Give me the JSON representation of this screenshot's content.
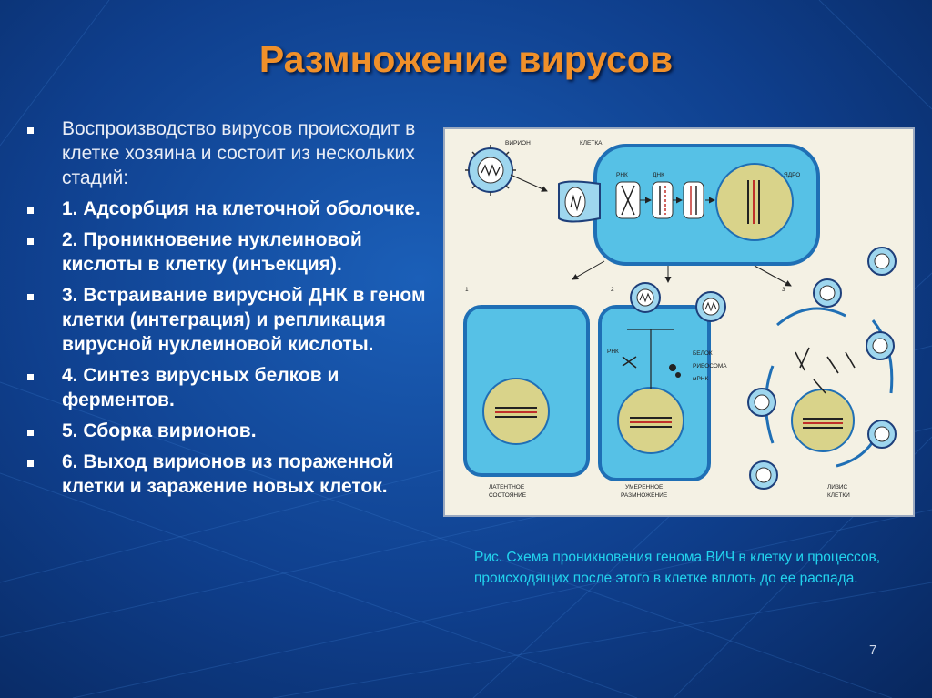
{
  "slide": {
    "title": "Размножение вирусов",
    "bullets": [
      {
        "text": "Воспроизводство вирусов происходит в клетке хозяина и состоит из нескольких стадий:",
        "bold": false
      },
      {
        "text": "1. Адсорбция на клеточной оболочке.",
        "bold": true
      },
      {
        "text": "2. Проникновение нуклеиновой кислоты в клетку (инъекция).",
        "bold": true
      },
      {
        "text": "3. Встраивание вирусной ДНК в геном клетки (интеграция) и репликация вирусной нуклеиновой кислоты.",
        "bold": true
      },
      {
        "text": "4. Синтез вирусных белков и ферментов.",
        "bold": true
      },
      {
        "text": "5. Сборка вирионов.",
        "bold": true
      },
      {
        "text": "6. Выход  вирионов из пораженной клетки и заражение новых клеток.",
        "bold": true
      }
    ],
    "caption": "Рис. Схема проникновения генома ВИЧ в клетку и процессов, происходящих после этого в клетке вплоть до ее распада.",
    "page_number": "7"
  },
  "figure": {
    "labels": {
      "virion": "ВИРИОН",
      "cell": "КЛЕТКА",
      "rna": "РНК",
      "dna": "ДНК",
      "nucleus": "ЯДРО",
      "num1": "1",
      "num2": "2",
      "num3": "3",
      "protein": "БЕЛОК",
      "ribosome": "РИБОСОМА",
      "mrna": "мРНК",
      "rnk2": "РНК",
      "latent_1": "ЛАТЕНТНОЕ",
      "latent_2": "СОСТОЯНИЕ",
      "moderate_1": "УМЕРЕННОЕ",
      "moderate_2": "РАЗМНОЖЕНИЕ",
      "lysis_1": "ЛИЗИС",
      "lysis_2": "КЛЕТКИ"
    },
    "colors": {
      "cell_fill": "#56c1e6",
      "cell_dark": "#1f6fb5",
      "nucleus_fill": "#d9d38a",
      "dna_red": "#c0302a",
      "dna_black": "#222222"
    }
  }
}
